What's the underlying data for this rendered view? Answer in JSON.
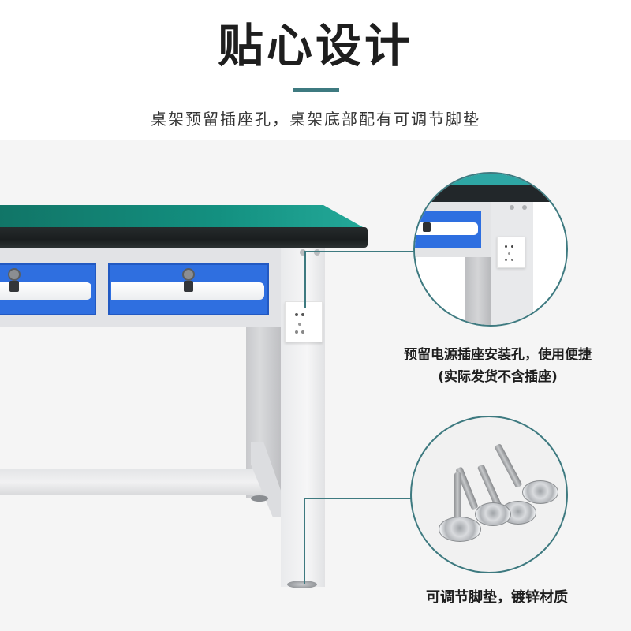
{
  "header": {
    "title": "贴心设计",
    "subtitle": "桌架预留插座孔，桌架底部配有可调节脚垫"
  },
  "colors": {
    "accent": "#3e7a80",
    "desk_top": "#139080",
    "drawer_blue": "#2f6fe0",
    "background": "#f5f5f5",
    "header_background": "#ffffff",
    "title_text": "#1e1e1e"
  },
  "callouts": [
    {
      "id": "socket",
      "caption_line1": "预留电源插座安装孔，使用便捷",
      "caption_line2": "(实际发货不含插座)",
      "image": "socket-closeup"
    },
    {
      "id": "feet",
      "caption_line1": "可调节脚垫，镀锌材质",
      "image": "leveling-feet-closeup"
    }
  ]
}
